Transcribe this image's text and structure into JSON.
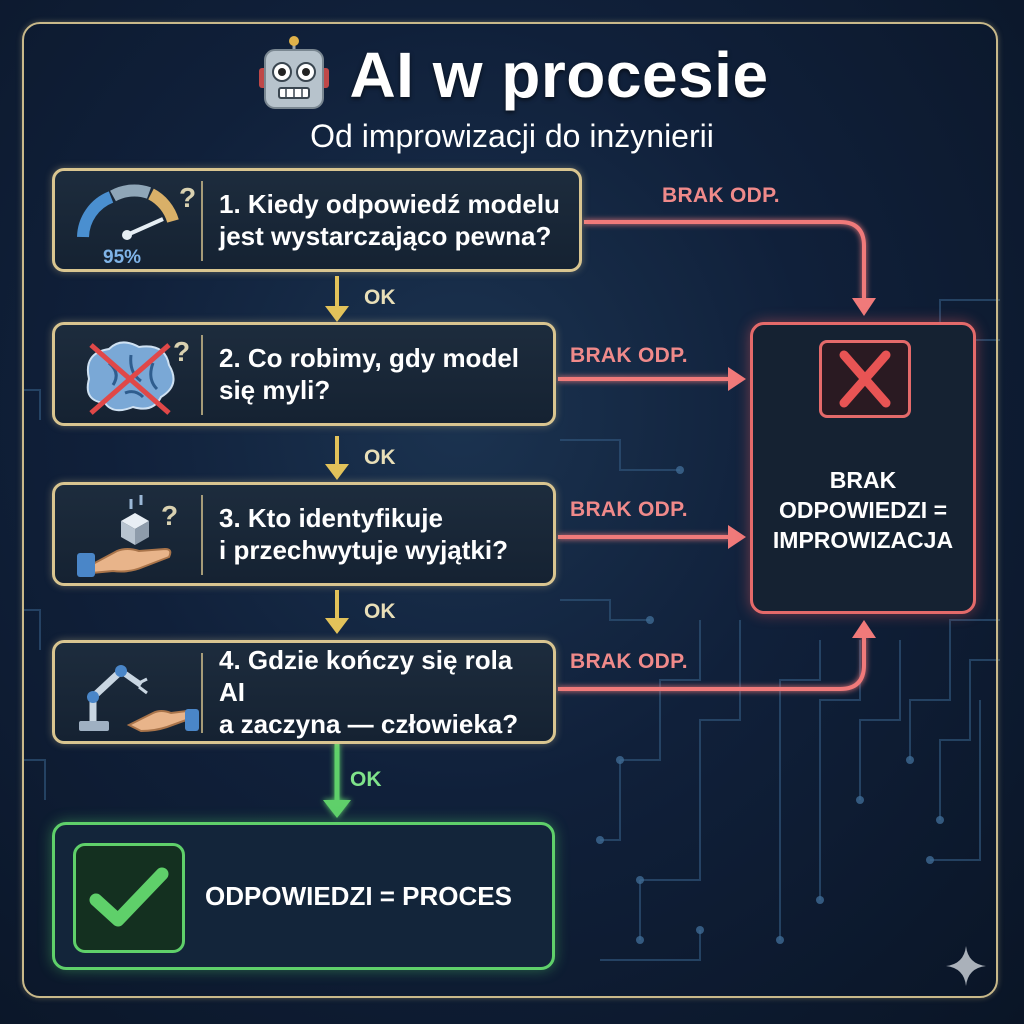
{
  "header": {
    "title": "AI w procesie",
    "subtitle": "Od improwizacji do inżynierii"
  },
  "questions": [
    {
      "text": "1. Kiedy odpowiedź modelu\njest wystarczająco pewna?",
      "icon": "gauge-icon",
      "icon_label": "95%"
    },
    {
      "text": "2. Co robimy, gdy model\nsię myli?",
      "icon": "crossed-brain-icon"
    },
    {
      "text": "3. Kto identyfikuje\ni przechwytuje wyjątki?",
      "icon": "hand-catching-cube-icon"
    },
    {
      "text": "4. Gdzie kończy się rola AI\na zaczyna — człowieka?",
      "icon": "robot-arm-hand-icon"
    }
  ],
  "flow": {
    "ok_label": "OK",
    "no_answer_label": "BRAK ODP."
  },
  "outcomes": {
    "failure": {
      "text": "BRAK\nODPOWIEDZI =\nIMPROWIZACJA",
      "icon": "x-mark-icon"
    },
    "success": {
      "text": "ODPOWIEDZI = PROCES",
      "icon": "check-mark-icon"
    }
  },
  "colors": {
    "frame": "#c9b98a",
    "ok_arrow": "#e2c25a",
    "success": "#5fd06a",
    "failure": "#e46a6a",
    "background": "#10203a"
  }
}
